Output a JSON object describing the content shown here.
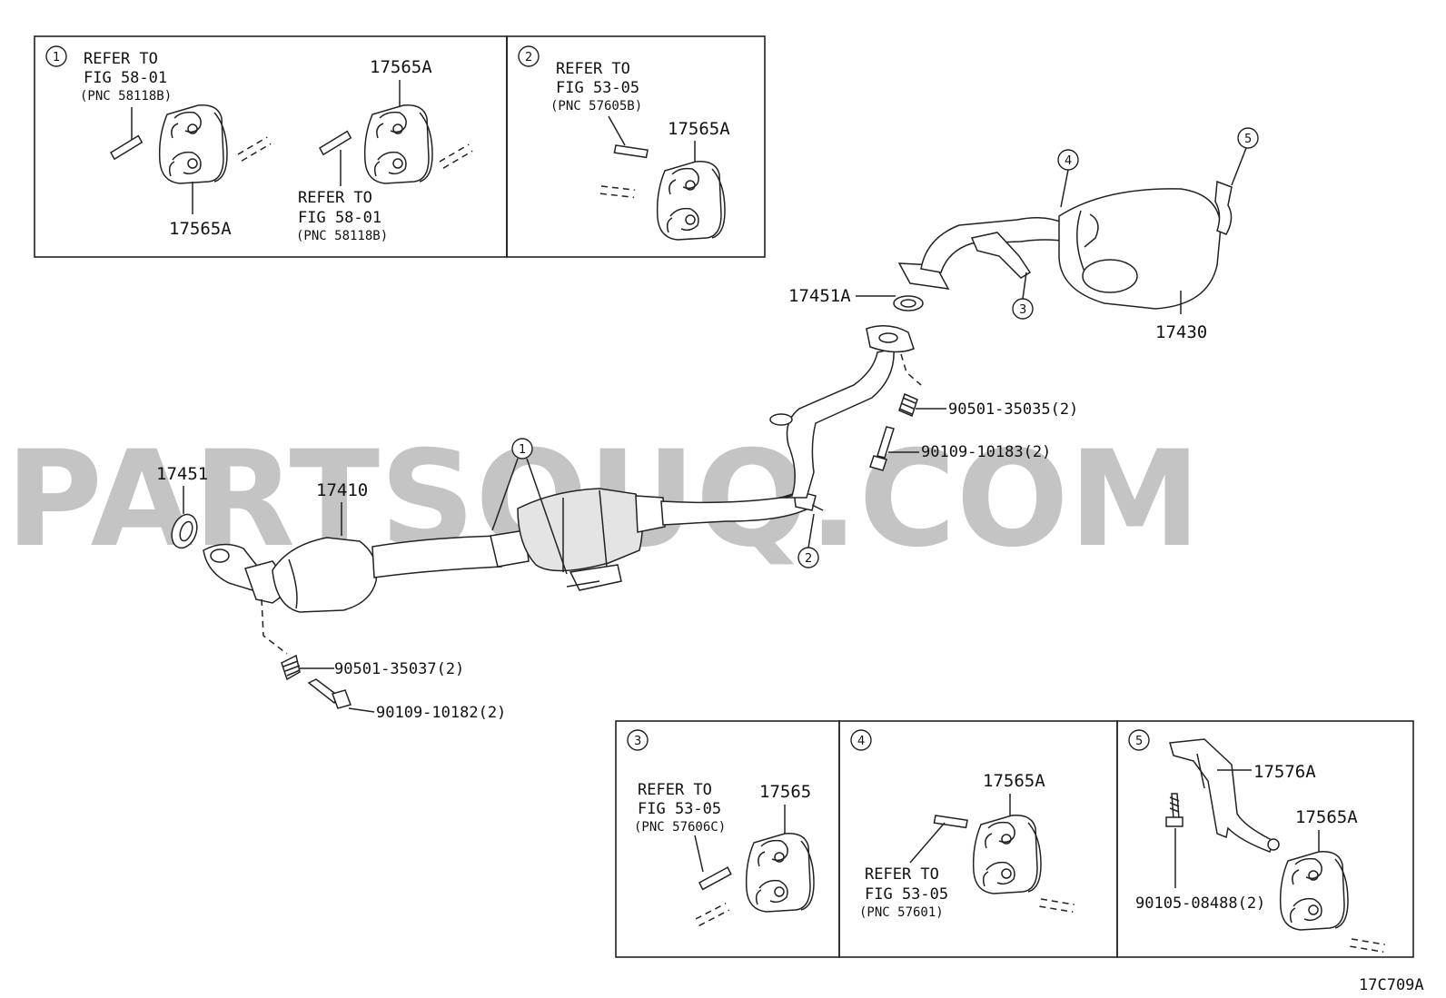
{
  "watermark": "PARTSOUQ.COM",
  "figure_code": "17C709A",
  "callouts": [
    "1",
    "2",
    "3",
    "4",
    "5"
  ],
  "main_parts": {
    "p17451": "17451",
    "p17410": "17410",
    "p17451a": "17451A",
    "p17430": "17430",
    "b90501_35035": "90501-35035(2)",
    "b90109_10183": "90109-10183(2)",
    "b90501_35037": "90501-35037(2)",
    "b90109_10182": "90109-10182(2)"
  },
  "box1": {
    "num": "1",
    "ref_a": [
      "REFER TO",
      "FIG 58-01",
      "(PNC 58118B)"
    ],
    "ref_b": [
      "REFER TO",
      "FIG 58-01",
      "(PNC 58118B)"
    ],
    "part_a": "17565A",
    "part_b": "17565A"
  },
  "box2": {
    "num": "2",
    "ref": [
      "REFER TO",
      "FIG 53-05",
      "(PNC 57605B)"
    ],
    "part": "17565A"
  },
  "box3": {
    "num": "3",
    "ref": [
      "REFER TO",
      "FIG 53-05",
      "(PNC 57606C)"
    ],
    "part": "17565"
  },
  "box4": {
    "num": "4",
    "ref": [
      "REFER TO",
      "FIG 53-05",
      "(PNC 57601)"
    ],
    "part": "17565A"
  },
  "box5": {
    "num": "5",
    "part_bracket": "17576A",
    "part_hanger": "17565A",
    "bolt": "90105-08488(2)"
  }
}
